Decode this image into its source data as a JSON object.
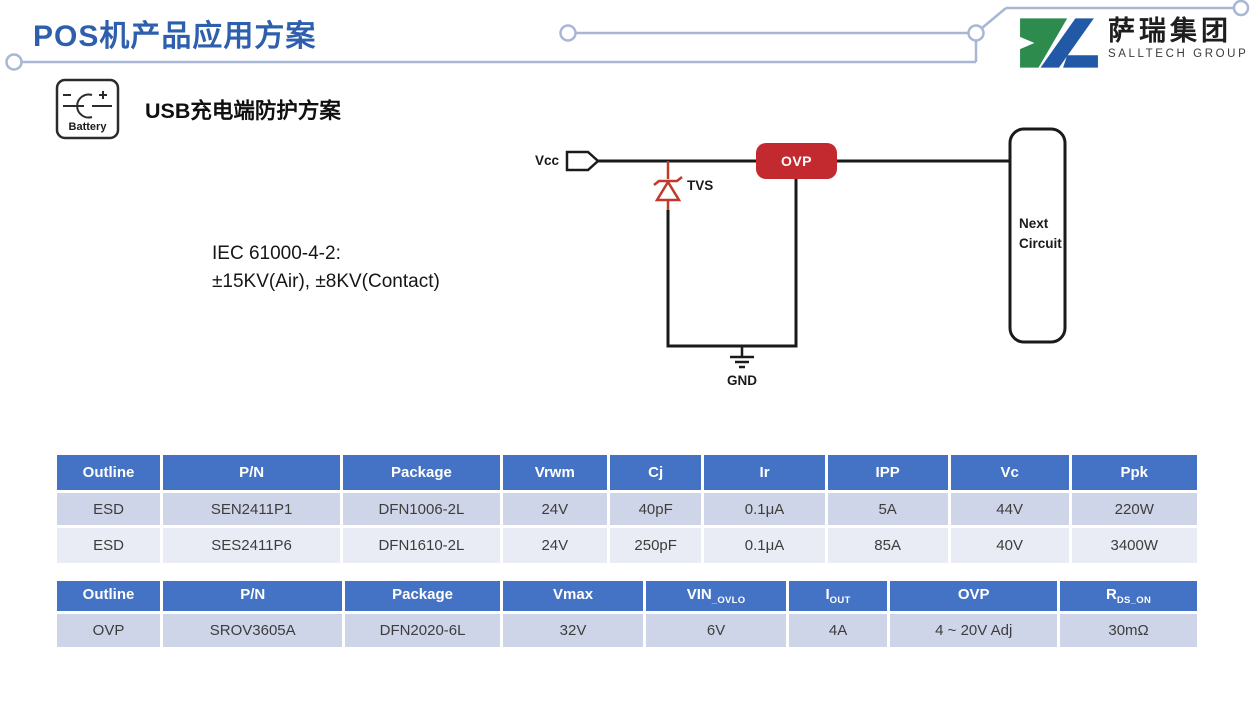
{
  "slide": {
    "title": "POS机产品应用方案"
  },
  "logo": {
    "company_cn": "萨瑞集团",
    "company_en": "SALLTECH GROUP"
  },
  "scheme": {
    "icon_caption": "Battery",
    "heading_prefix": "USB",
    "heading_suffix": "充电端防护方案"
  },
  "standard_note": {
    "line1": "IEC 61000-4-2:",
    "line2": "±15KV(Air), ±8KV(Contact)"
  },
  "circuit": {
    "vcc_label": "Vcc",
    "tvs_label": "TVS",
    "ovp_label": "OVP",
    "gnd_label": "GND",
    "next_circuit_line1": "Next",
    "next_circuit_line2": "Circuit"
  },
  "esd_table": {
    "headers": [
      "Outline",
      "P/N",
      "Package",
      "Vrwm",
      "Cj",
      "Ir",
      "IPP",
      "Vc",
      "Ppk"
    ],
    "rows": [
      [
        "ESD",
        "SEN2411P1",
        "DFN1006-2L",
        "24V",
        "40pF",
        "0.1μA",
        "5A",
        "44V",
        "220W"
      ],
      [
        "ESD",
        "SES2411P6",
        "DFN1610-2L",
        "24V",
        "250pF",
        "0.1μA",
        "85A",
        "40V",
        "3400W"
      ]
    ]
  },
  "ovp_table": {
    "headers": [
      {
        "main": "Outline",
        "sub": ""
      },
      {
        "main": "P/N",
        "sub": ""
      },
      {
        "main": "Package",
        "sub": ""
      },
      {
        "main": "Vmax",
        "sub": ""
      },
      {
        "main": "VIN",
        "sub": "_OVLO"
      },
      {
        "main": "I",
        "sub": "OUT"
      },
      {
        "main": "OVP",
        "sub": ""
      },
      {
        "main": "R",
        "sub": "DS_ON"
      }
    ],
    "rows": [
      [
        "OVP",
        "SROV3605A",
        "DFN2020-6L",
        "32V",
        "6V",
        "4A",
        "4 ~ 20V Adj",
        "30mΩ"
      ]
    ]
  },
  "colors": {
    "title_blue": "#2e5fad",
    "decor_line": "#a9b6d6",
    "table_header_bg": "#4472c4",
    "row_band_dark": "#cfd5e8",
    "row_band_light": "#e9ebf5",
    "ovp_red": "#c22a30",
    "tvs_red": "#c0392b",
    "logo_green": "#2e8b4e",
    "logo_blue": "#2159a6"
  }
}
